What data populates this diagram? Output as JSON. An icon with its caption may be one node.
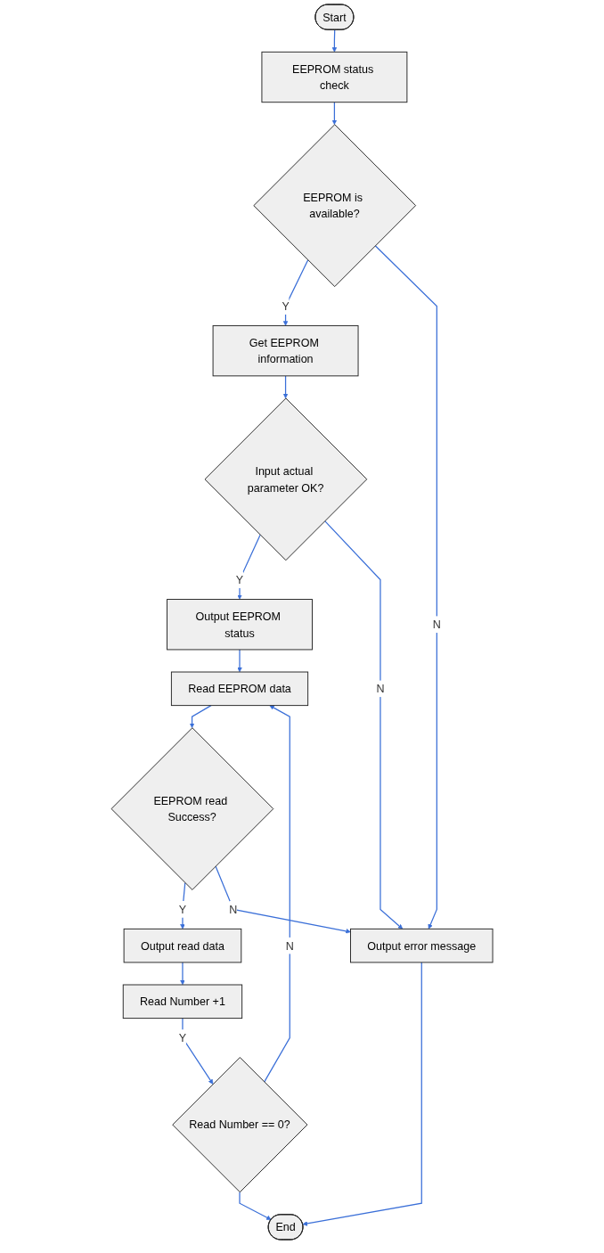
{
  "diagram": {
    "nodes": [
      {
        "text": [
          "Start"
        ]
      },
      {
        "text": [
          "EEPROM status check"
        ]
      },
      {
        "text": [
          "EEPROM is available?"
        ]
      },
      {
        "text": [
          "Get EEPROM information"
        ]
      },
      {
        "text": [
          "Input actual parameter OK?"
        ]
      },
      {
        "text": [
          "Output EEPROM status"
        ]
      },
      {
        "text": [
          "Read EEPROM data"
        ]
      },
      {
        "text": [
          "EEPROM read Success?"
        ]
      },
      {
        "text": [
          "Output read data"
        ]
      },
      {
        "text": [
          "Read Number +1"
        ]
      },
      {
        "text": [
          "Read Number == 0?"
        ]
      },
      {
        "text": [
          "Output error message"
        ]
      },
      {
        "text": [
          "End"
        ]
      }
    ],
    "edges": [
      {
        "from": 0,
        "to": 1,
        "arrow": "to"
      },
      {
        "from": 1,
        "to": 2,
        "arrow": "to"
      },
      {
        "from": 2,
        "to": 3,
        "label": "Y",
        "arrow": "to"
      },
      {
        "from": 3,
        "to": 4,
        "arrow": "to"
      },
      {
        "from": 4,
        "to": 5,
        "label": "Y",
        "arrow": "to"
      },
      {
        "from": 5,
        "to": 6,
        "arrow": "to"
      },
      {
        "from": 6,
        "to": 7,
        "arrow": "to"
      },
      {
        "from": 7,
        "to": 8,
        "label": "Y",
        "arrow": "to"
      },
      {
        "from": 8,
        "to": 9,
        "arrow": "to"
      },
      {
        "from": 9,
        "to": 10,
        "label": "Y",
        "arrow": "to"
      },
      {
        "from": 10,
        "to": 6,
        "label": "N",
        "arrow": "to"
      },
      {
        "from": 10,
        "to": 12,
        "arrow": "to"
      },
      {
        "from": 2,
        "to": 11,
        "label": "N",
        "arrow": "to"
      },
      {
        "from": 4,
        "to": 11,
        "label": "N",
        "arrow": "to"
      },
      {
        "from": 7,
        "to": 11,
        "label": "N",
        "arrow": "to"
      },
      {
        "from": 11,
        "to": 12,
        "arrow": "to"
      }
    ]
  }
}
